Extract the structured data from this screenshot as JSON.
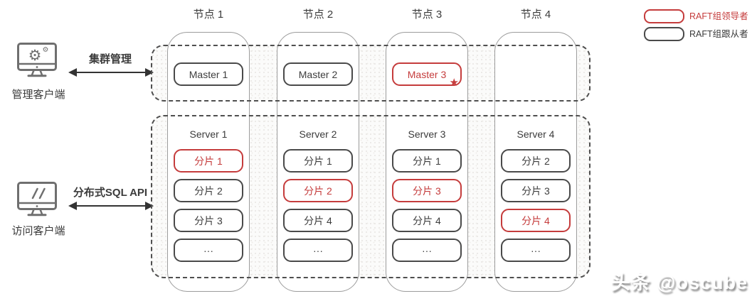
{
  "nodes": [
    "节点 1",
    "节点 2",
    "节点 3",
    "节点 4"
  ],
  "clients": [
    {
      "name": "管理客户端",
      "arrow_label": "集群管理",
      "icon": "monitor-gear-icon"
    },
    {
      "name": "访问客户端",
      "arrow_label": "分布式SQL API",
      "icon": "monitor-code-icon"
    }
  ],
  "masters": [
    {
      "label": "Master 1",
      "role": "follower"
    },
    {
      "label": "Master 2",
      "role": "follower"
    },
    {
      "label": "Master 3",
      "role": "leader",
      "star": "★"
    }
  ],
  "servers": [
    {
      "label": "Server 1",
      "shards": [
        {
          "label": "分片 1",
          "role": "leader"
        },
        {
          "label": "分片 2",
          "role": "follower"
        },
        {
          "label": "分片 3",
          "role": "follower"
        },
        {
          "label": "···",
          "role": "follower"
        }
      ]
    },
    {
      "label": "Server 2",
      "shards": [
        {
          "label": "分片 1",
          "role": "follower"
        },
        {
          "label": "分片 2",
          "role": "leader"
        },
        {
          "label": "分片 4",
          "role": "follower"
        },
        {
          "label": "···",
          "role": "follower"
        }
      ]
    },
    {
      "label": "Server 3",
      "shards": [
        {
          "label": "分片 1",
          "role": "follower"
        },
        {
          "label": "分片 3",
          "role": "leader"
        },
        {
          "label": "分片 4",
          "role": "follower"
        },
        {
          "label": "···",
          "role": "follower"
        }
      ]
    },
    {
      "label": "Server 4",
      "shards": [
        {
          "label": "分片 2",
          "role": "follower"
        },
        {
          "label": "分片 3",
          "role": "follower"
        },
        {
          "label": "分片 4",
          "role": "leader"
        },
        {
          "label": "···",
          "role": "follower"
        }
      ]
    }
  ],
  "legend": [
    {
      "label": "RAFT组领导者",
      "role": "leader"
    },
    {
      "label": "RAFT组跟从者",
      "role": "follower"
    }
  ],
  "colors": {
    "leader_red": "#c53c3c",
    "follower_dark": "#4a4a4a"
  },
  "watermark": "头条 @oscube"
}
